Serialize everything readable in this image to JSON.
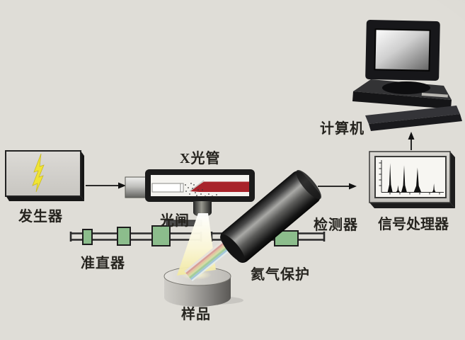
{
  "diagram": {
    "labels": {
      "generator": "发生器",
      "xray_tube": "X光管",
      "shutter": "光闸",
      "collimator": "准直器",
      "sample": "样品",
      "helium_protection": "氦气保护",
      "detector": "检测器",
      "signal_processor": "信号处理器",
      "computer": "计算机"
    },
    "colors": {
      "background": "#dfddd7",
      "outline_dark": "#1c1c1c",
      "anode_red": "#a8232a",
      "collimator_green": "#8cbd8c",
      "lightning_yellow": "#f0e434",
      "beam_yellow": "#f6efb0"
    }
  },
  "chart_data": {
    "type": "area",
    "title": "",
    "xlabel": "",
    "ylabel": "",
    "legend": null,
    "grid": false,
    "x_range": [
      0,
      100
    ],
    "y_range": [
      0,
      100
    ],
    "description": "Emission spectrum shown on the signal-processor screen: five sharp peaks on a flat baseline",
    "peaks": [
      {
        "x": 13,
        "height": 95,
        "halfwidth": 4
      },
      {
        "x": 26,
        "height": 22,
        "halfwidth": 3
      },
      {
        "x": 36,
        "height": 88,
        "halfwidth": 4.5
      },
      {
        "x": 58,
        "height": 80,
        "halfwidth": 6
      },
      {
        "x": 85,
        "height": 28,
        "halfwidth": 2.5
      }
    ]
  }
}
